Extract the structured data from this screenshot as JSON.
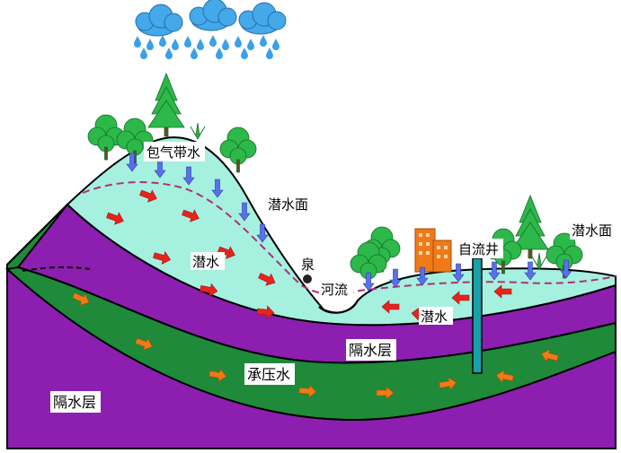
{
  "labels": {
    "vadose_water": "包气带水",
    "water_table_left": "潜水面",
    "water_table_right": "潜水面",
    "spring": "泉",
    "river": "河流",
    "phreatic_left": "潜水",
    "phreatic_right": "潜水",
    "artesian_well": "自流井",
    "aquiclude_upper": "隔水层",
    "aquiclude_lower": "隔水层",
    "confined_water": "承压水"
  },
  "colors": {
    "phreatic_zone": "#a6f0e0",
    "aquiclude": "#8c1fb0",
    "confined_aquifer": "#1e8a3a",
    "cloud": "#45a8e8",
    "rain": "#3aa0e8",
    "tree": "#2db84a",
    "building": "#f07a18",
    "red_arrow": "#e8231c",
    "blue_arrow": "#5a70e8",
    "orange_arrow": "#f07a18",
    "water_table_line": "#b03070"
  },
  "icons": [
    "cloud-icon",
    "raindrop-icon",
    "tree-icon",
    "building-icon",
    "spring-icon",
    "well-icon",
    "flow-arrow-icon"
  ]
}
